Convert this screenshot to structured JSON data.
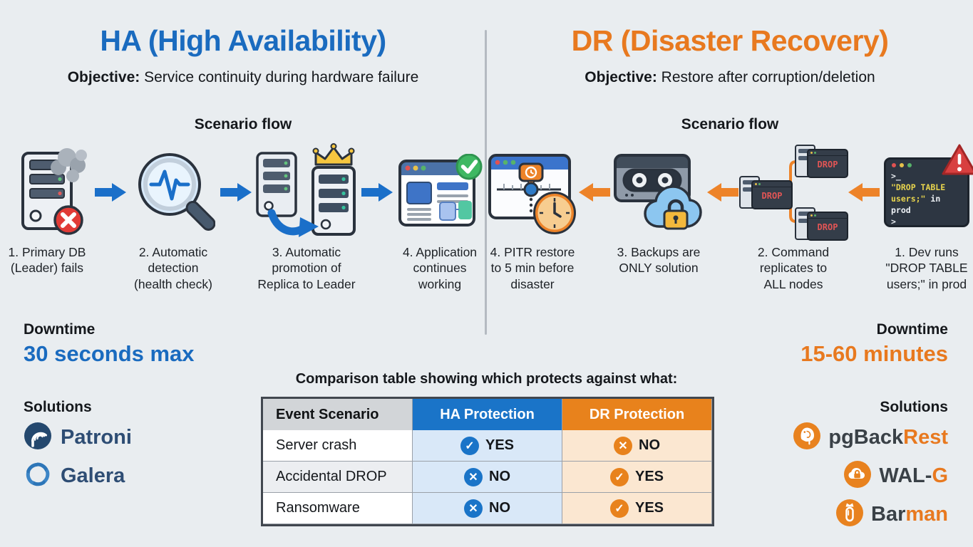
{
  "ha": {
    "title": "HA (High Availability)",
    "objective_label": "Objective:",
    "objective_text": " Service continuity during hardware failure",
    "flow_label": "Scenario flow",
    "steps": [
      {
        "label": "1. Primary DB\n(Leader) fails"
      },
      {
        "label": "2. Automatic\ndetection\n(health check)"
      },
      {
        "label": "3. Automatic\npromotion of\nReplica to Leader"
      },
      {
        "label": "4. Application\ncontinues\nworking"
      }
    ],
    "downtime_label": "Downtime",
    "downtime_value": "30 seconds max",
    "solutions_label": "Solutions",
    "solutions": [
      {
        "name_main": "Patroni",
        "name_accent": ""
      },
      {
        "name_main": "Galera",
        "name_accent": ""
      }
    ]
  },
  "dr": {
    "title": "DR (Disaster Recovery)",
    "objective_label": "Objective:",
    "objective_text": " Restore after corruption/deletion",
    "flow_label": "Scenario flow",
    "steps": [
      {
        "label": "4. PITR restore\nto 5 min before\ndisaster"
      },
      {
        "label": "3. Backups are\nONLY solution"
      },
      {
        "label": "2. Command\nreplicates to\nALL nodes"
      },
      {
        "label": "1. Dev runs\n\"DROP TABLE\nusers;\" in prod"
      }
    ],
    "node_label": "DROP",
    "terminal": {
      "prompt1": ">_",
      "line1": "\"DROP TABLE",
      "line2_em": "users;\"",
      "line2_rest": " in prod",
      "prompt2": ">"
    },
    "downtime_label": "Downtime",
    "downtime_value": "15-60 minutes",
    "solutions_label": "Solutions",
    "solutions": [
      {
        "name_main": "pgBack",
        "name_accent": "Rest"
      },
      {
        "name_main": "WAL-",
        "name_accent": "G"
      },
      {
        "name_main": "Bar",
        "name_accent": "man"
      }
    ]
  },
  "table": {
    "caption": "Comparison table showing which protects against what:",
    "headers": [
      "Event Scenario",
      "HA Protection",
      "DR Protection"
    ],
    "rows": [
      {
        "scenario": "Server crash",
        "ha_glyph": "✓",
        "ha_value": "YES",
        "dr_glyph": "✕",
        "dr_value": "NO"
      },
      {
        "scenario": "Accidental DROP",
        "ha_glyph": "✕",
        "ha_value": "NO",
        "dr_glyph": "✓",
        "dr_value": "YES"
      },
      {
        "scenario": "Ransomware",
        "ha_glyph": "✕",
        "ha_value": "NO",
        "dr_glyph": "✓",
        "dr_value": "YES"
      }
    ]
  },
  "colors": {
    "ha_blue": "#1a6bbf",
    "dr_orange": "#e8791f"
  }
}
